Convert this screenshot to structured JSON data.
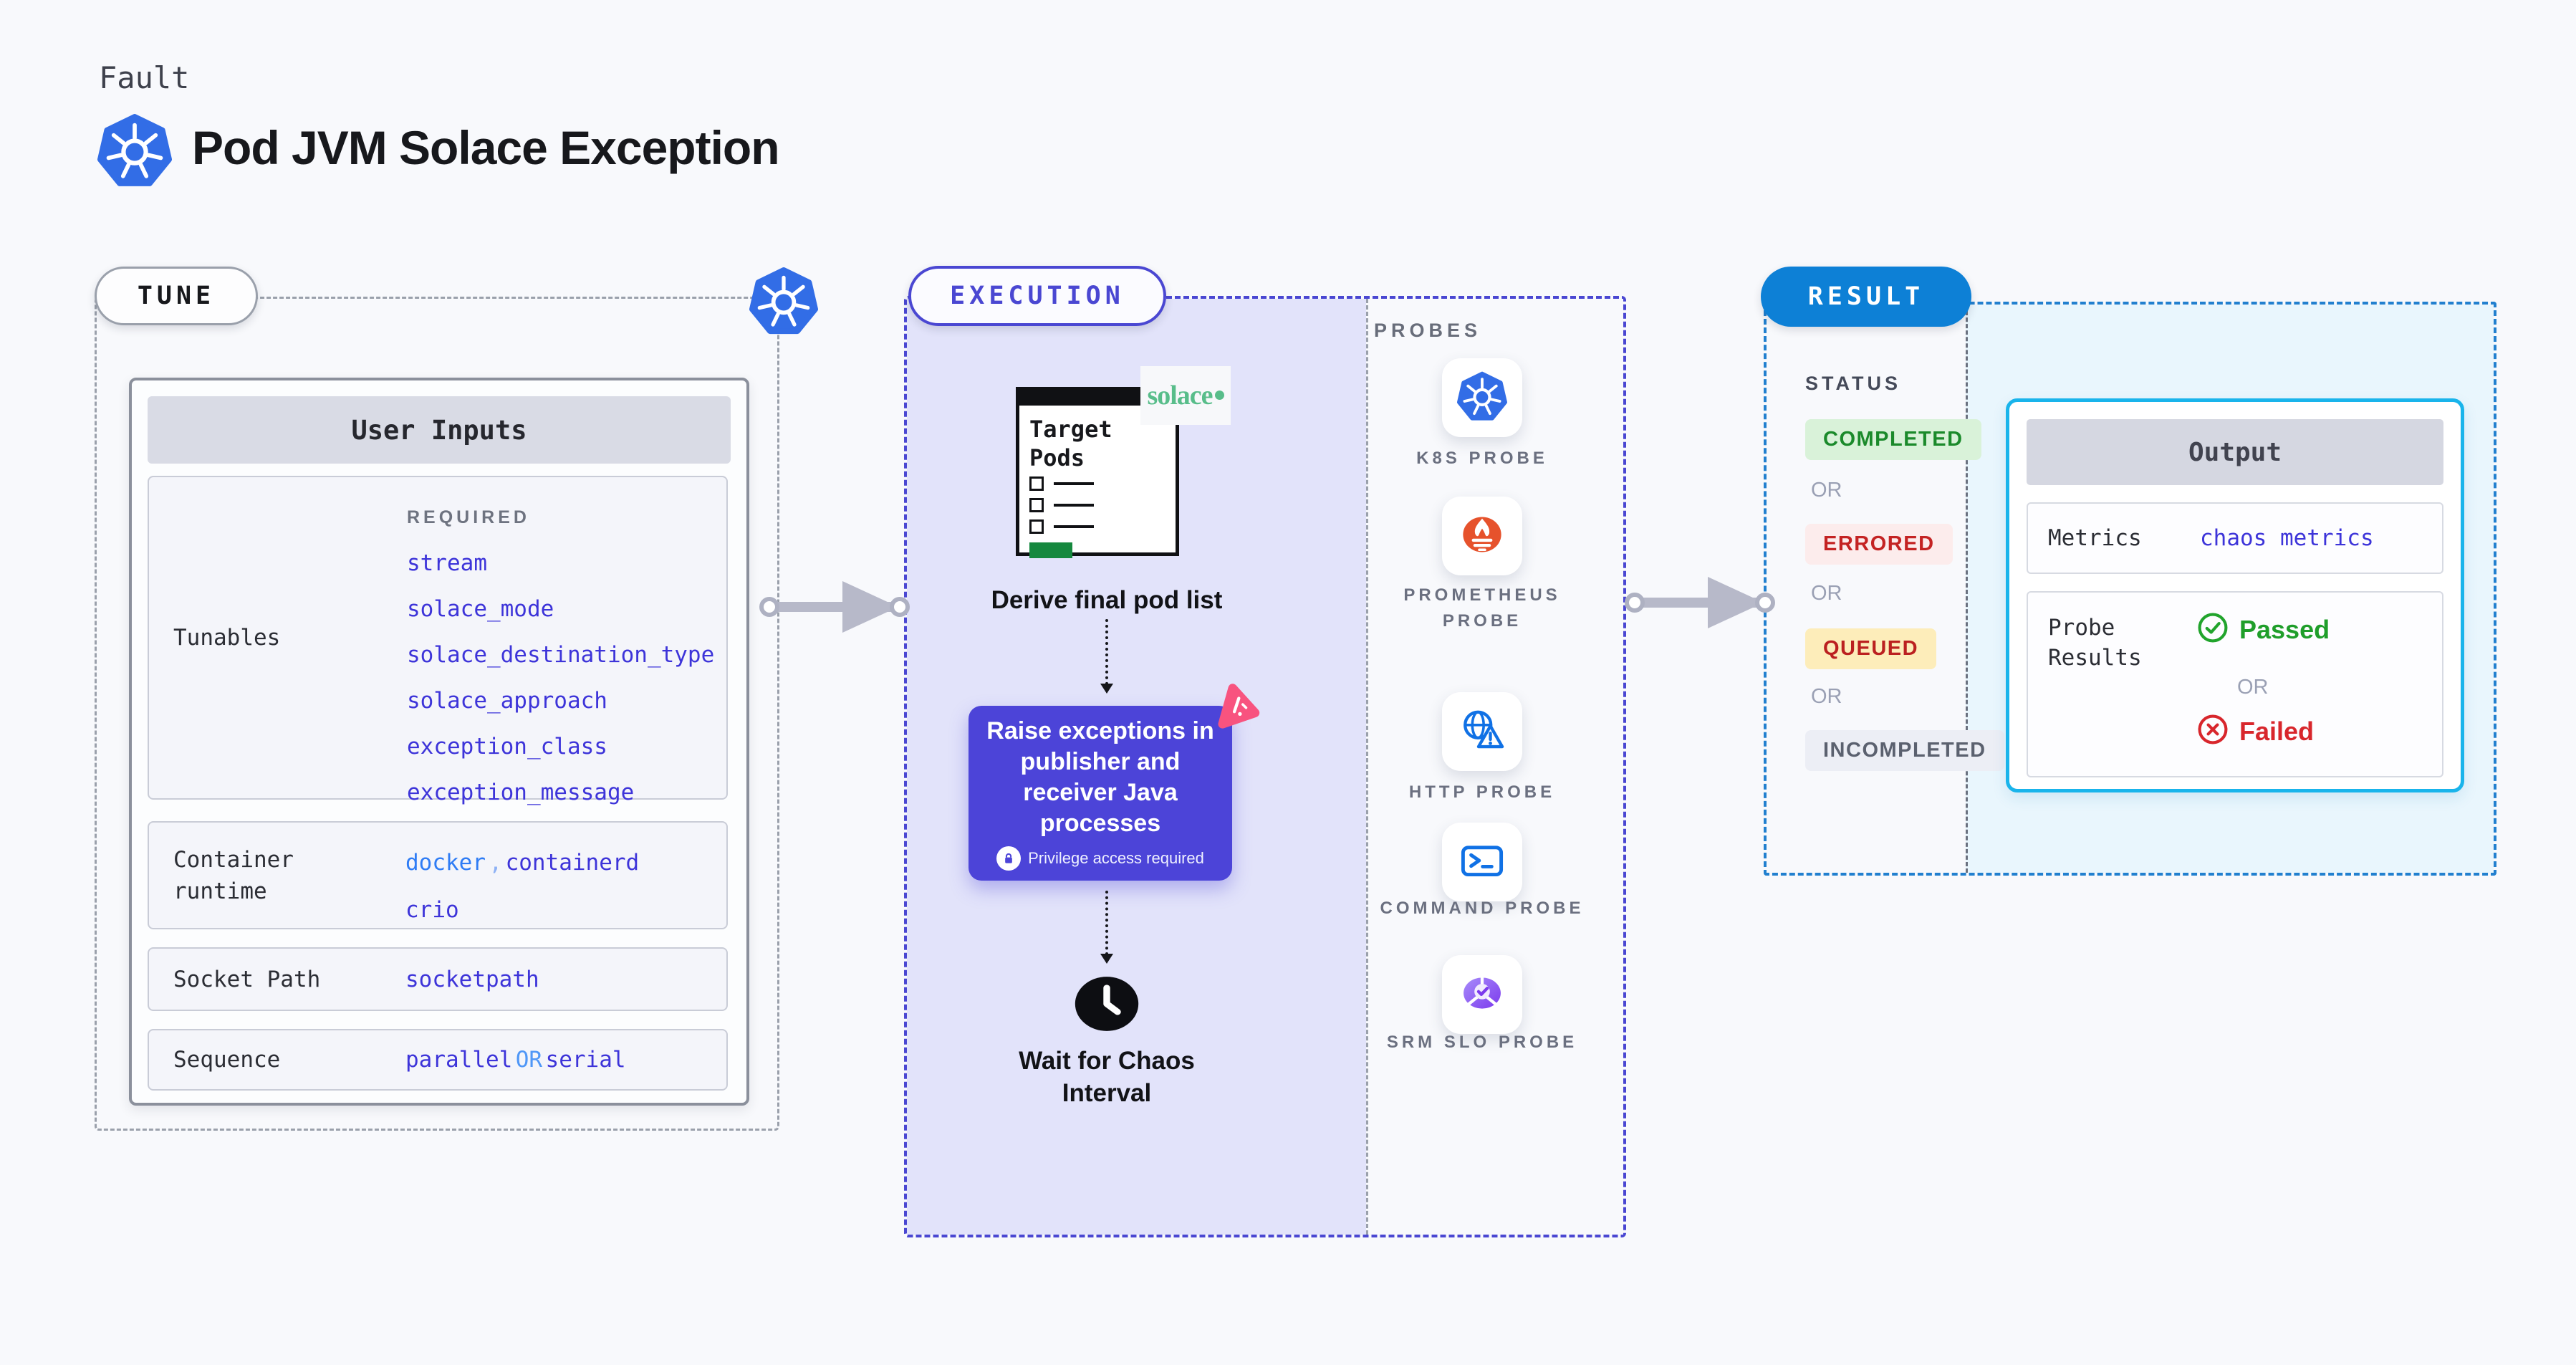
{
  "page": {
    "eyebrow": "Fault",
    "title": "Pod JVM Solace Exception"
  },
  "colors": {
    "background": "#f8f9fc",
    "tune_dash": "#9aa0ab",
    "execution_accent": "#4a47d2",
    "execution_fill": "#e2e3fa",
    "action_purple": "#4c44d8",
    "value_indigo": "#3d34d9",
    "value_bright_blue": "#2e7cf5",
    "or_blue": "#4f97f7",
    "result_blue": "#0d80d6",
    "result_fill": "#e9f6fd",
    "output_border_cyan": "#19b4eb",
    "kubernetes_blue": "#326de6",
    "prometheus_orange": "#e6522c",
    "probe_icon_blue": "#1071e5",
    "solace_green": "#58bd8a",
    "litmus_pink": "#f8537f",
    "completed": {
      "fg": "#1b8a2b",
      "bg": "#d9f2d9"
    },
    "errored": {
      "fg": "#c42323",
      "bg": "#fcecec"
    },
    "queued": {
      "fg": "#bb2020",
      "bg": "#fdedba"
    },
    "incompleted": {
      "fg": "#5b616f",
      "bg": "#eceef5"
    },
    "passed_green": "#1f9e2a",
    "failed_red": "#d8262c"
  },
  "tune": {
    "label": "TUNE",
    "user_inputs": {
      "title": "User Inputs",
      "tunables": {
        "label": "Tunables",
        "required_label": "REQUIRED",
        "items": [
          "stream",
          "solace_mode",
          "solace_destination_type",
          "solace_approach",
          "exception_class",
          "exception_message"
        ]
      },
      "container_runtime": {
        "label": "Container runtime",
        "value1": "docker",
        "comma": ",",
        "value2": "containerd",
        "value3": "crio"
      },
      "socket_path": {
        "label": "Socket Path",
        "value": "socketpath"
      },
      "sequence": {
        "label": "Sequence",
        "value1": "parallel",
        "or": "OR",
        "value2": "serial"
      }
    }
  },
  "execution": {
    "label": "EXECUTION",
    "target_pods": {
      "window_title": "Target Pods",
      "logo_text": "solace"
    },
    "derive_caption": "Derive final pod list",
    "action": {
      "text": "Raise exceptions in publisher and receiver Java processes",
      "privilege": "Privilege access required"
    },
    "wait_caption": "Wait for Chaos Interval",
    "probes": {
      "label": "PROBES",
      "items": [
        {
          "name": "K8S PROBE",
          "icon": "kubernetes-icon"
        },
        {
          "name": "PROMETHEUS PROBE",
          "icon": "prometheus-icon"
        },
        {
          "name": "HTTP PROBE",
          "icon": "globe-warning-icon"
        },
        {
          "name": "COMMAND PROBE",
          "icon": "terminal-icon"
        },
        {
          "name": "SRM SLO PROBE",
          "icon": "slo-donut-icon"
        }
      ]
    }
  },
  "result": {
    "label": "RESULT",
    "status": {
      "label": "STATUS",
      "or": "OR",
      "badges": [
        "COMPLETED",
        "ERRORED",
        "QUEUED",
        "INCOMPLETED"
      ]
    },
    "output": {
      "title": "Output",
      "metrics_label": "Metrics",
      "metrics_value": "chaos metrics",
      "probe_results_label": "Probe Results",
      "passed": "Passed",
      "or": "OR",
      "failed": "Failed"
    }
  }
}
